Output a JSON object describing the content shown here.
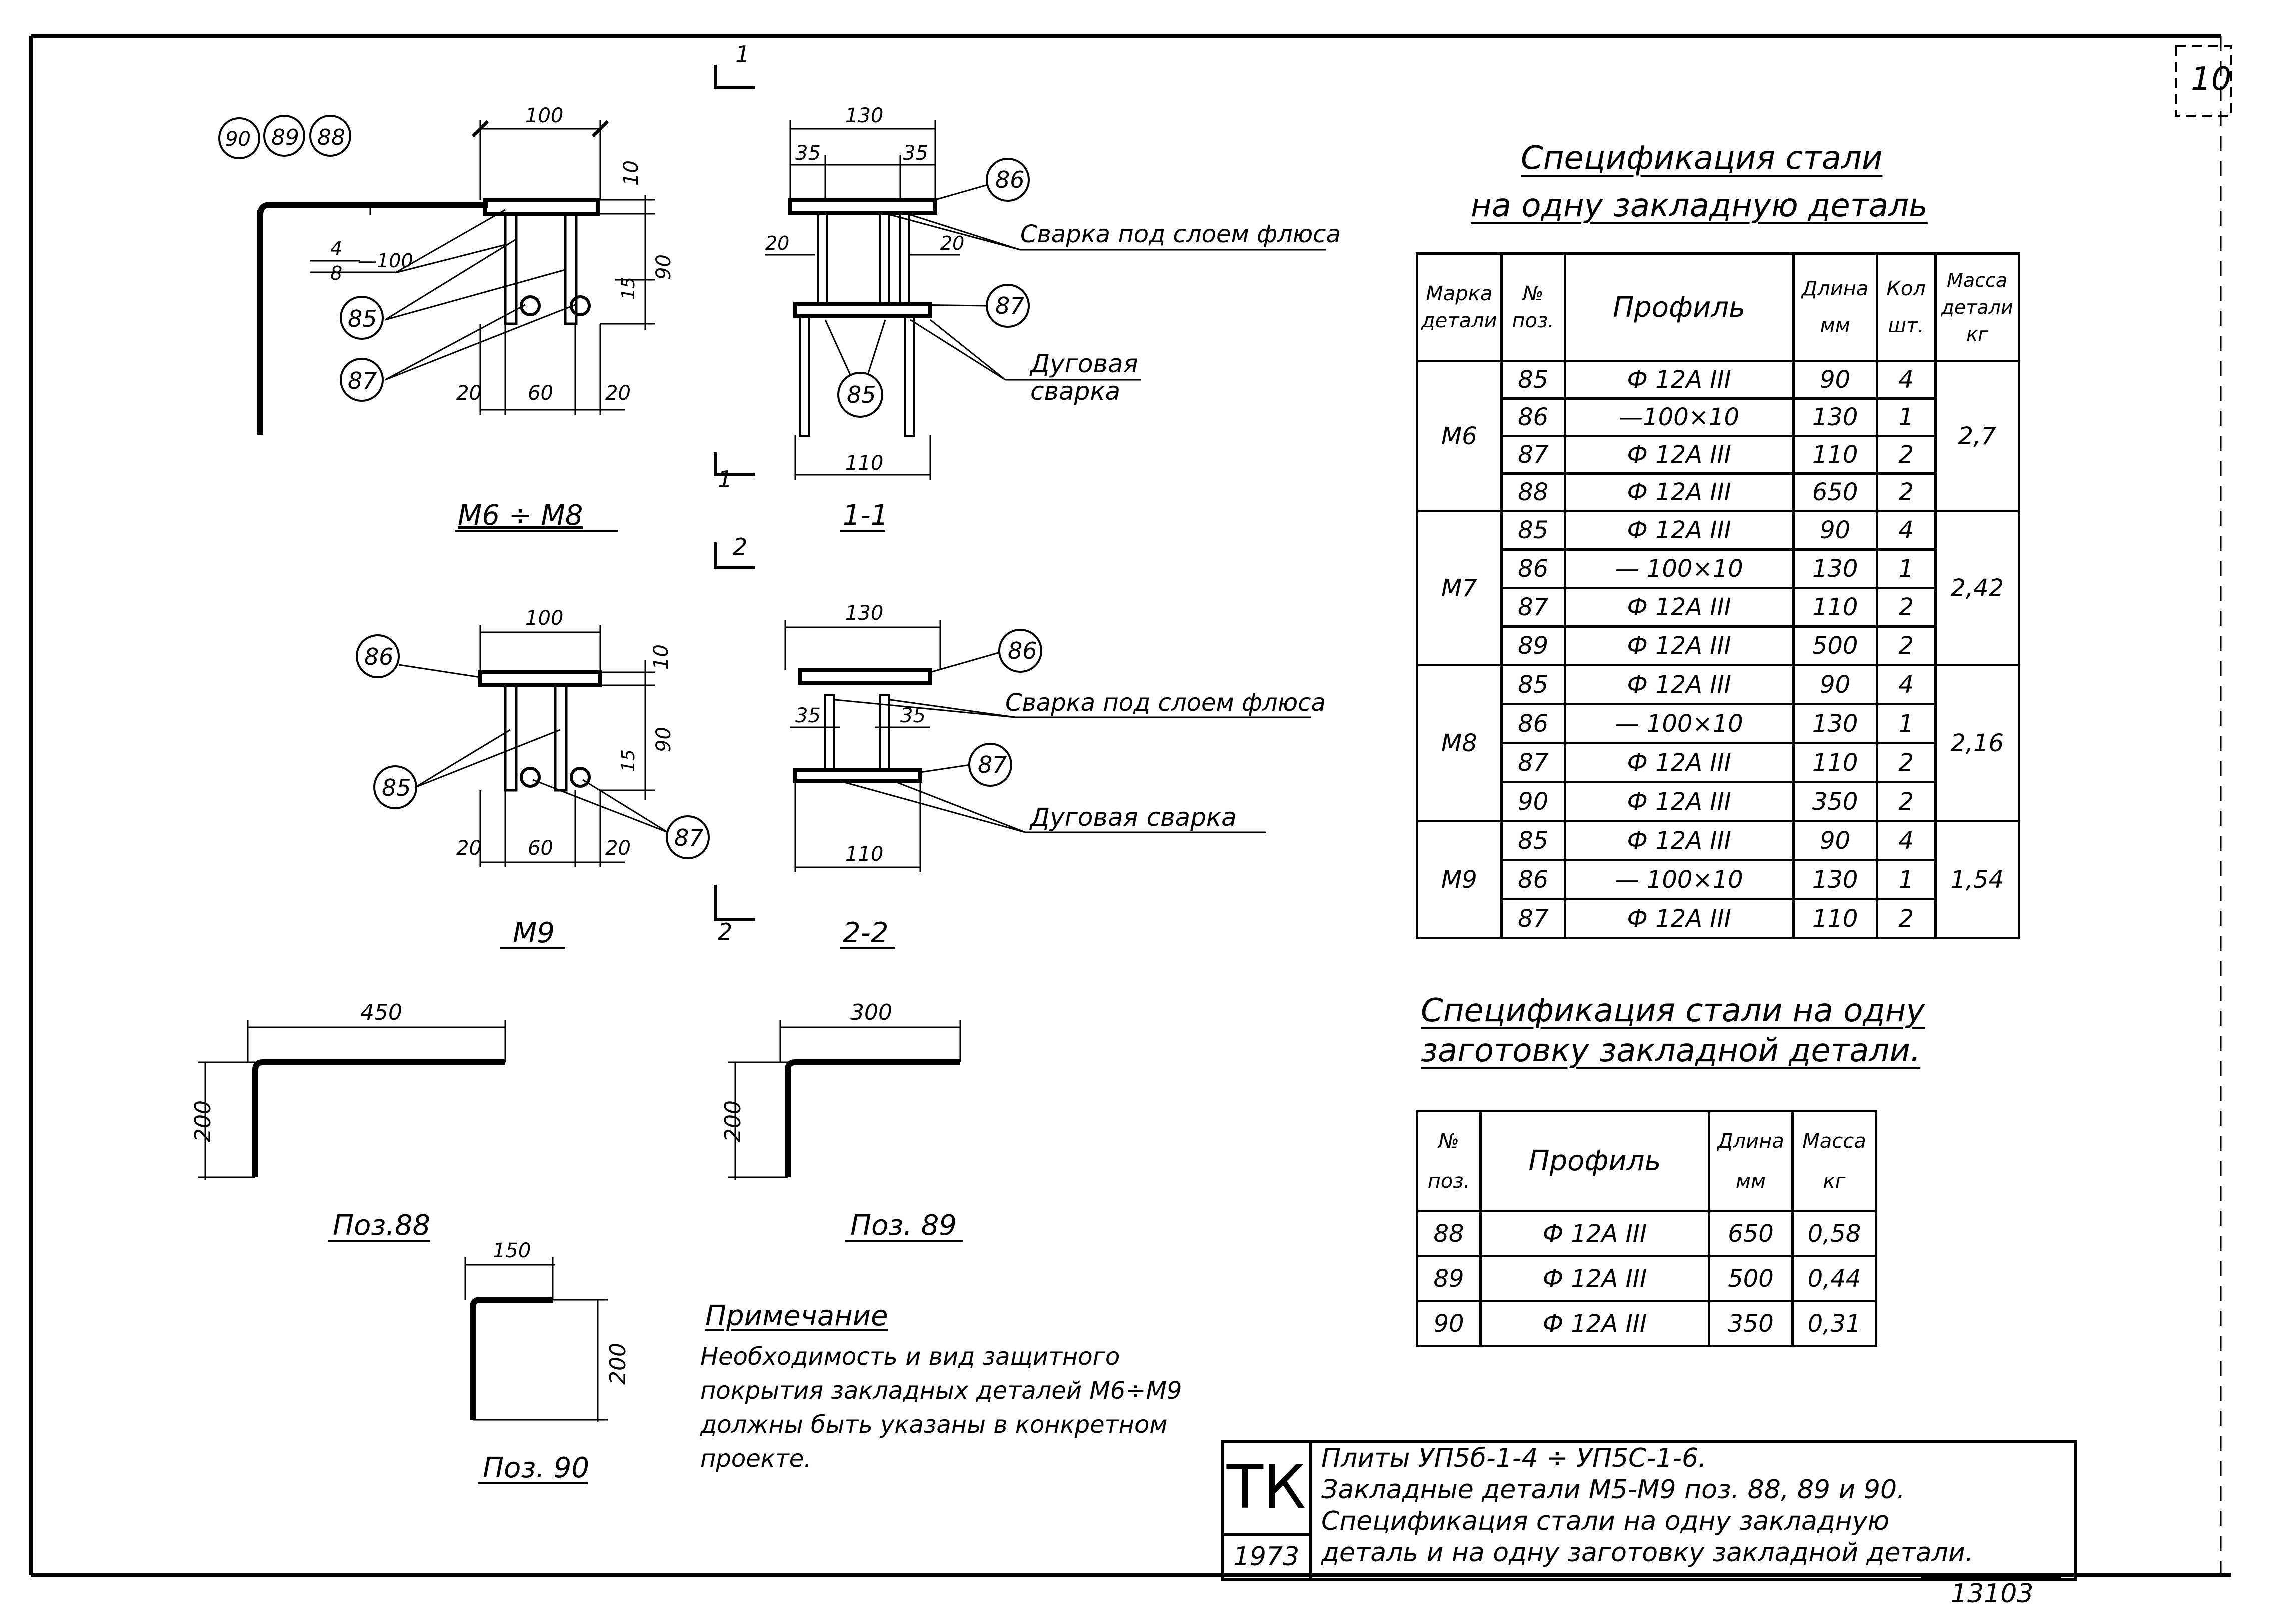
{
  "page_number": "10",
  "drawing_number": "13103",
  "views": {
    "m6_m8": {
      "title": "М6 ÷ М8",
      "labels": {
        "pos90": "90",
        "pos89": "89",
        "pos88": "88",
        "pos85": "85",
        "pos87": "87"
      },
      "dims": {
        "top": "100",
        "plate_t": "10",
        "h": "90",
        "h2": "15",
        "b1": "20",
        "b2": "60",
        "b3": "20"
      },
      "weld_frac_num": "4",
      "weld_frac_den": "8",
      "weld_suffix": "—100"
    },
    "section_1": {
      "title": "1-1",
      "cut_mark": "1",
      "labels": {
        "pos86": "86",
        "pos87": "87",
        "pos85": "85"
      },
      "dims": {
        "top": "130",
        "left": "35",
        "right": "35",
        "side_l": "20",
        "side_r": "20",
        "bottom": "110"
      },
      "weld_flux": "Сварка под слоем флюса",
      "weld_arc_1": "Дуговая",
      "weld_arc_2": "сварка"
    },
    "m9": {
      "title": "М9",
      "labels": {
        "pos86": "86",
        "pos85": "85",
        "pos87": "87"
      },
      "dims": {
        "top": "100",
        "plate_t": "10",
        "h": "90",
        "h2": "15",
        "b1": "20",
        "b2": "60",
        "b3": "20"
      }
    },
    "section_2": {
      "title": "2-2",
      "cut_mark": "2",
      "labels": {
        "pos86": "86",
        "pos87": "87"
      },
      "dims": {
        "top": "130",
        "left": "35",
        "right": "35",
        "bottom": "110"
      },
      "weld_flux": "Сварка под слоем флюса",
      "weld_arc": "Дуговая сварка"
    },
    "pos88": {
      "title": "Поз.88",
      "len": "450",
      "h": "200"
    },
    "pos89": {
      "title": "Поз. 89",
      "len": "300",
      "h": "200"
    },
    "pos90": {
      "title": "Поз. 90",
      "len": "150",
      "h": "200"
    }
  },
  "note": {
    "title": "Примечание",
    "lines": [
      "Необходимость и вид защитного",
      "покрытия закладных деталей М6÷М9",
      "должны быть указаны в конкретном",
      "проекте."
    ]
  },
  "spec1": {
    "title_1": "Спецификация стали",
    "title_2": "на одну закладную деталь",
    "headers": {
      "mark": [
        "Марка",
        "детали"
      ],
      "pos": [
        "№",
        "поз."
      ],
      "profile": "Профиль",
      "length": [
        "Длина",
        "мм"
      ],
      "qty": [
        "Кол",
        "шт."
      ],
      "mass": [
        "Масса",
        "детали",
        "кг"
      ]
    },
    "groups": [
      {
        "mark": "М6",
        "mass": "2,7",
        "rows": [
          {
            "pos": "85",
            "profile": "Ф 12А III",
            "length": "90",
            "qty": "4"
          },
          {
            "pos": "86",
            "profile": "—100×10",
            "length": "130",
            "qty": "1"
          },
          {
            "pos": "87",
            "profile": "Ф 12А III",
            "length": "110",
            "qty": "2"
          },
          {
            "pos": "88",
            "profile": "Ф 12А III",
            "length": "650",
            "qty": "2"
          }
        ]
      },
      {
        "mark": "М7",
        "mass": "2,42",
        "rows": [
          {
            "pos": "85",
            "profile": "Ф 12А III",
            "length": "90",
            "qty": "4"
          },
          {
            "pos": "86",
            "profile": "— 100×10",
            "length": "130",
            "qty": "1"
          },
          {
            "pos": "87",
            "profile": "Ф 12А III",
            "length": "110",
            "qty": "2"
          },
          {
            "pos": "89",
            "profile": "Ф 12А III",
            "length": "500",
            "qty": "2"
          }
        ]
      },
      {
        "mark": "М8",
        "mass": "2,16",
        "rows": [
          {
            "pos": "85",
            "profile": "Ф 12А III",
            "length": "90",
            "qty": "4"
          },
          {
            "pos": "86",
            "profile": "— 100×10",
            "length": "130",
            "qty": "1"
          },
          {
            "pos": "87",
            "profile": "Ф 12А III",
            "length": "110",
            "qty": "2"
          },
          {
            "pos": "90",
            "profile": "Ф 12А III",
            "length": "350",
            "qty": "2"
          }
        ]
      },
      {
        "mark": "М9",
        "mass": "1,54",
        "rows": [
          {
            "pos": "85",
            "profile": "Ф 12А III",
            "length": "90",
            "qty": "4"
          },
          {
            "pos": "86",
            "profile": "— 100×10",
            "length": "130",
            "qty": "1"
          },
          {
            "pos": "87",
            "profile": "Ф 12А III",
            "length": "110",
            "qty": "2"
          }
        ]
      }
    ]
  },
  "spec2": {
    "title_1": "Спецификация стали на одну",
    "title_2": "заготовку закладной детали.",
    "headers": {
      "pos": [
        "№",
        "поз."
      ],
      "profile": "Профиль",
      "length": [
        "Длина",
        "мм"
      ],
      "mass": [
        "Масса",
        "кг"
      ]
    },
    "rows": [
      {
        "pos": "88",
        "profile": "Ф 12А III",
        "length": "650",
        "mass": "0,58"
      },
      {
        "pos": "89",
        "profile": "Ф 12А III",
        "length": "500",
        "mass": "0,44"
      },
      {
        "pos": "90",
        "profile": "Ф 12А III",
        "length": "350",
        "mass": "0,31"
      }
    ]
  },
  "stamp": {
    "series": "ТК",
    "year": "1973",
    "lines": [
      "Плиты УП5б-1-4 ÷ УП5С-1-6.",
      "Закладные детали М5-М9 поз. 88, 89 и 90.",
      "Спецификация стали на одну закладную",
      "деталь и на одну заготовку закладной детали."
    ]
  }
}
